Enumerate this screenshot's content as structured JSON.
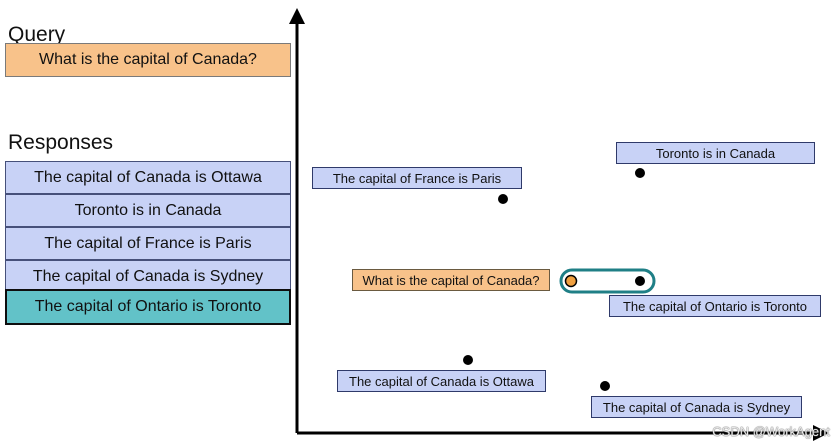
{
  "query": {
    "heading": "Query",
    "text": "What is the capital of Canada?"
  },
  "responses": {
    "heading": "Responses",
    "items": [
      {
        "text": "The capital of Canada is Ottawa",
        "selected": false
      },
      {
        "text": "Toronto is in Canada",
        "selected": false
      },
      {
        "text": "The capital of France is Paris",
        "selected": false
      },
      {
        "text": "The capital of Canada is Sydney",
        "selected": false
      },
      {
        "text": "The capital of Ontario is Toronto",
        "selected": true
      }
    ]
  },
  "embedding_plot": {
    "labels": {
      "toronto": "Toronto is in Canada",
      "france": "The capital of France is Paris",
      "query": "What is the capital of Canada?",
      "ontario": "The capital of Ontario is Toronto",
      "ottawa": "The capital of Canada is Ottawa",
      "sydney": "The capital of Canada is Sydney"
    },
    "colors": {
      "response_box": "#c8d2f6",
      "query_box": "#f8c28a",
      "selected": "#62c2c8",
      "highlight_ring": "#1f7f86",
      "query_point": "#f0a040",
      "point": "#000000"
    }
  },
  "watermark": "CSDN @WorkAgent"
}
